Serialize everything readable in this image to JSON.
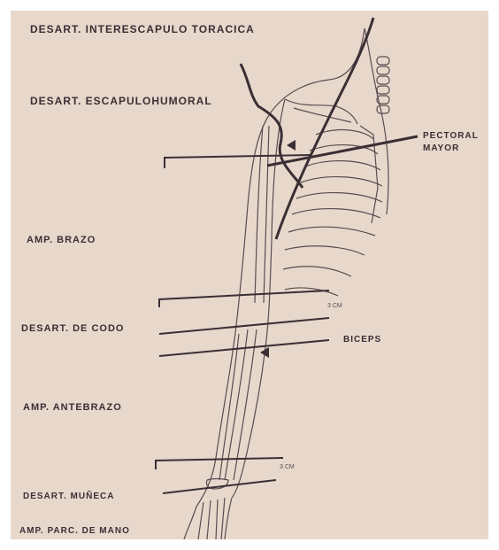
{
  "labels": {
    "desart_interescapulo_toracica": "DESART. INTERESCAPULO TORACICA",
    "desart_escapulohumoral": "DESART. ESCAPULOHUMORAL",
    "pectoral_mayor_line1": "PECTORAL",
    "pectoral_mayor_line2": "MAYOR",
    "amp_brazo": "AMP. BRAZO",
    "desart_de_codo": "DESART. DE CODO",
    "biceps": "BICEPS",
    "amp_antebrazo": "AMP. ANTEBRAZO",
    "desart_muneca": "DESART. MUÑECA",
    "amp_parc_de_mano": "AMP. PARC. DE MANO",
    "cm_mark_1": "3 CM",
    "cm_mark_2": "3 CM"
  },
  "colors": {
    "background": "#e8d8cc",
    "ink": "#3a2f34",
    "thin_ink": "#5a4b50"
  }
}
